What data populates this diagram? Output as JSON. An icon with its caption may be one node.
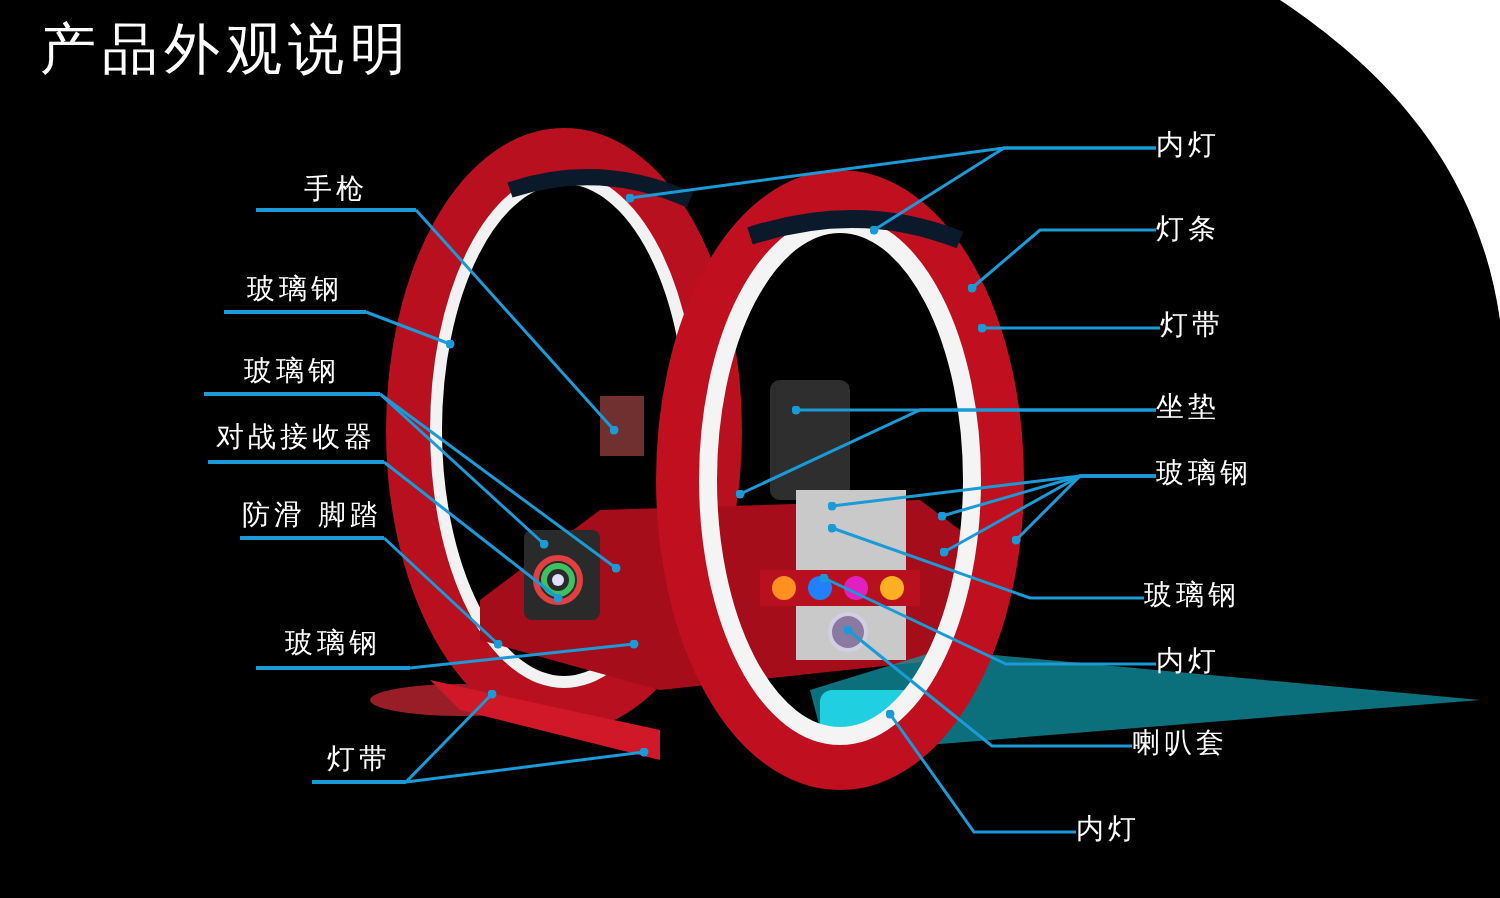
{
  "diagram": {
    "title": "产品外观说明",
    "nodes": [
      {
        "text": [
          "手枪"
        ]
      },
      {
        "text": [
          "玻璃钢"
        ]
      },
      {
        "text": [
          "玻璃钢"
        ]
      },
      {
        "text": [
          "对战接收器"
        ]
      },
      {
        "text": [
          "防滑 脚踏"
        ]
      },
      {
        "text": [
          "玻璃钢"
        ]
      },
      {
        "text": [
          "灯带"
        ]
      },
      {
        "text": [
          "内灯"
        ]
      },
      {
        "text": [
          "灯条"
        ]
      },
      {
        "text": [
          "灯带"
        ]
      },
      {
        "text": [
          "坐垫"
        ]
      },
      {
        "text": [
          "玻璃钢"
        ]
      },
      {
        "text": [
          "玻璃钢"
        ]
      },
      {
        "text": [
          "内灯"
        ]
      },
      {
        "text": [
          "喇叭套"
        ]
      },
      {
        "text": [
          "内灯"
        ]
      }
    ],
    "edges": [
      {
        "from": 0,
        "to": null,
        "arrow": "other"
      },
      {
        "from": 1,
        "to": null,
        "arrow": "other"
      },
      {
        "from": 2,
        "to": null,
        "arrow": "other"
      },
      {
        "from": 2,
        "to": null,
        "arrow": "other"
      },
      {
        "from": 3,
        "to": null,
        "arrow": "other"
      },
      {
        "from": 4,
        "to": null,
        "arrow": "other"
      },
      {
        "from": 5,
        "to": null,
        "arrow": "other"
      },
      {
        "from": 6,
        "to": null,
        "arrow": "other"
      },
      {
        "from": 6,
        "to": null,
        "arrow": "other"
      },
      {
        "from": 7,
        "to": null,
        "arrow": "other"
      },
      {
        "from": 7,
        "to": null,
        "arrow": "other"
      },
      {
        "from": 8,
        "to": null,
        "arrow": "other"
      },
      {
        "from": 9,
        "to": null,
        "arrow": "other"
      },
      {
        "from": 10,
        "to": null,
        "arrow": "other"
      },
      {
        "from": 10,
        "to": null,
        "arrow": "other"
      },
      {
        "from": 11,
        "to": null,
        "arrow": "other"
      },
      {
        "from": 11,
        "to": null,
        "arrow": "other"
      },
      {
        "from": 11,
        "to": null,
        "arrow": "other"
      },
      {
        "from": 11,
        "to": null,
        "arrow": "other"
      },
      {
        "from": 12,
        "to": null,
        "arrow": "other"
      },
      {
        "from": 13,
        "to": null,
        "arrow": "other"
      },
      {
        "from": 14,
        "to": null,
        "arrow": "other"
      },
      {
        "from": 15,
        "to": null,
        "arrow": "other"
      }
    ]
  }
}
